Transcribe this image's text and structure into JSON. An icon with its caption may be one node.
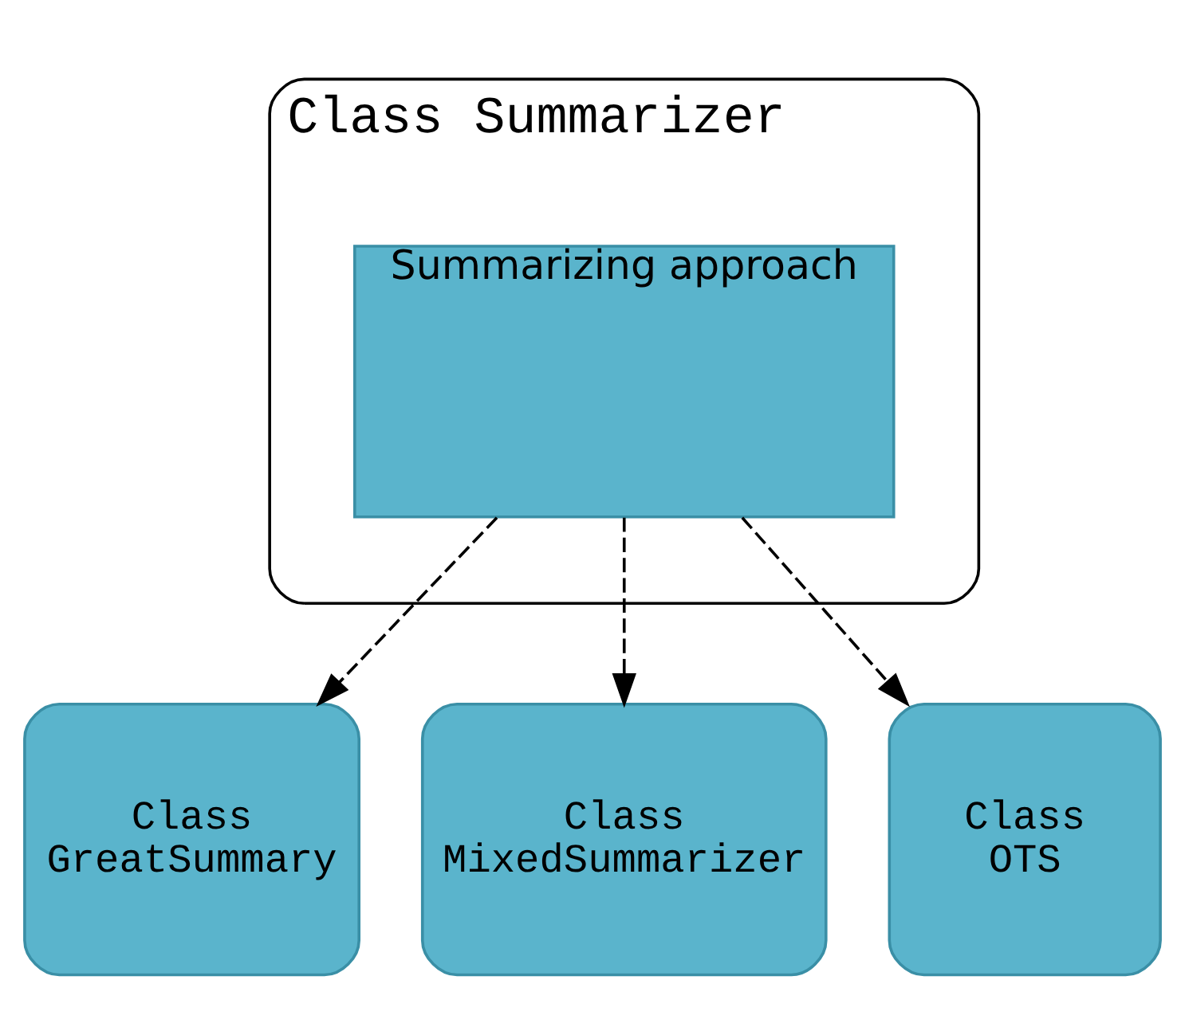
{
  "diagram": {
    "nodes": [
      {
        "text": [
          "Class Summarizer"
        ]
      },
      {
        "text": [
          "Summarizing approach"
        ],
        "in": 0
      },
      {
        "text": [
          "Class",
          "GreatSummary"
        ]
      },
      {
        "text": [
          "Class",
          "MixedSummarizer"
        ]
      },
      {
        "text": [
          "Class",
          "OTS"
        ]
      }
    ],
    "edges": [
      {
        "from": 1,
        "to": 2,
        "arrow": "to",
        "style": "dashed"
      },
      {
        "from": 1,
        "to": 3,
        "arrow": "to",
        "style": "dashed"
      },
      {
        "from": 1,
        "to": 4,
        "arrow": "to",
        "style": "dashed"
      }
    ]
  }
}
